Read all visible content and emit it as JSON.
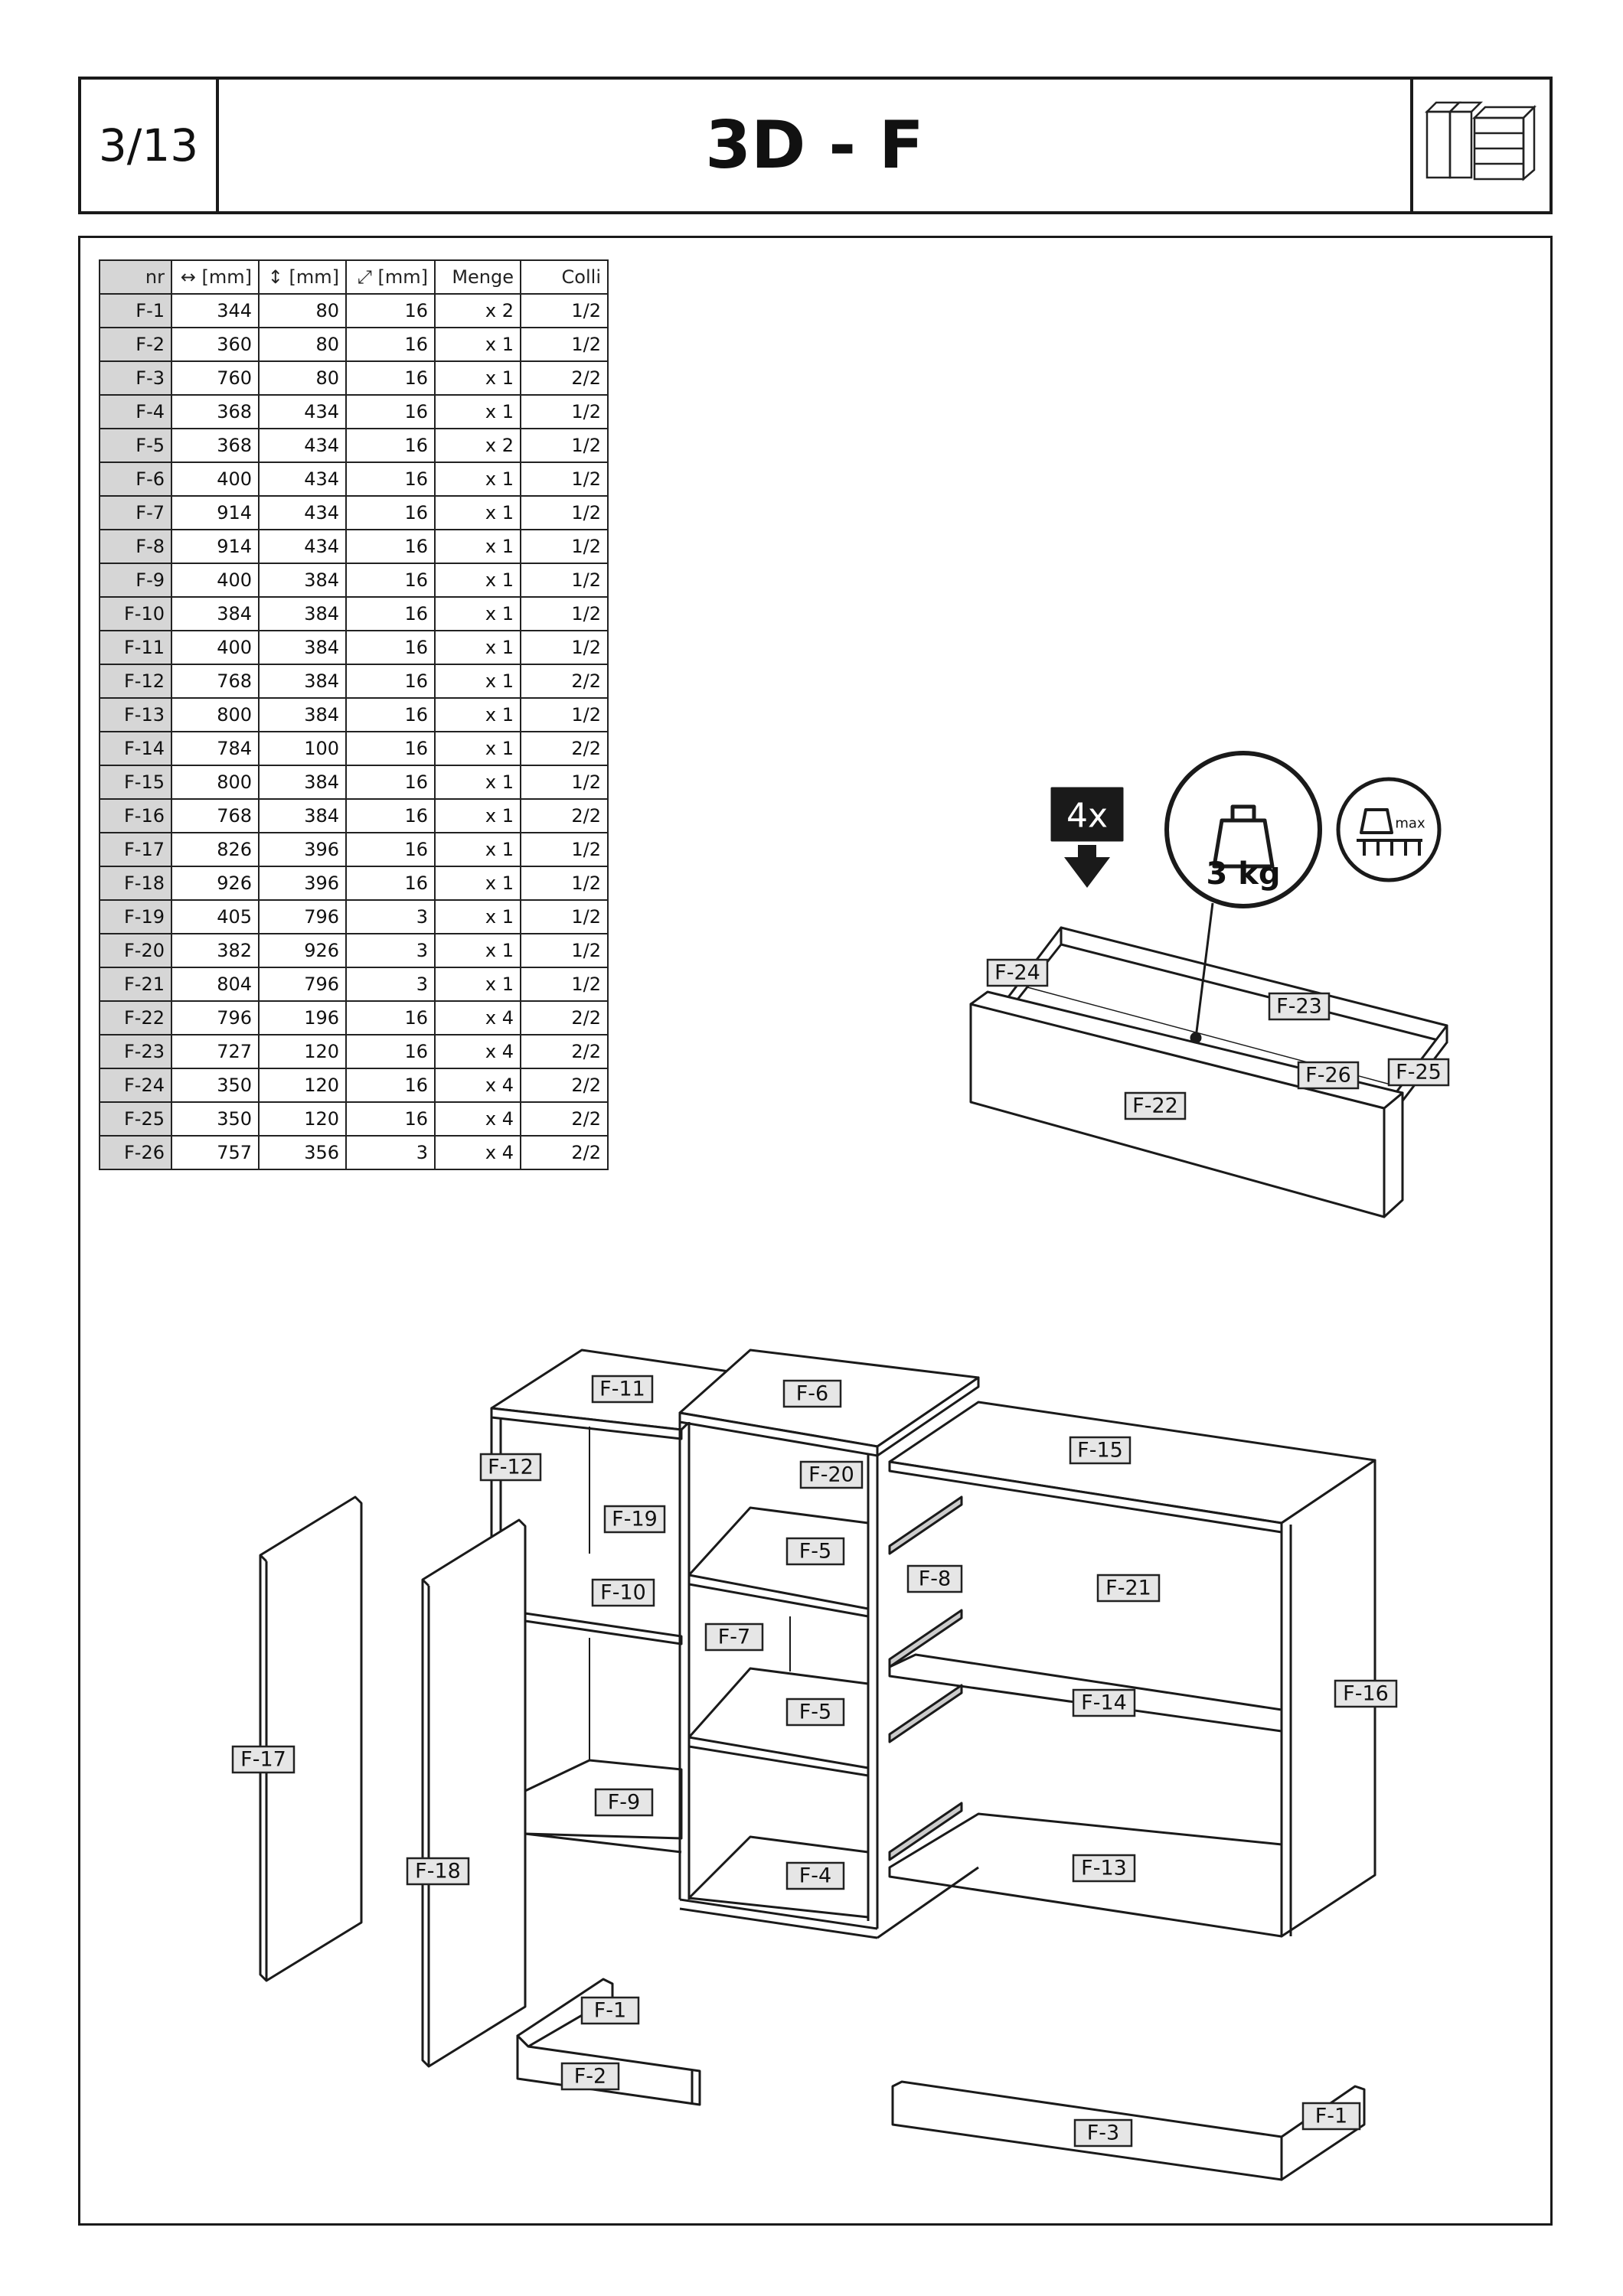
{
  "header": {
    "page": "3/13",
    "title": "3D - F"
  },
  "table": {
    "columns": [
      "nr",
      "↔ [mm]",
      "↕ [mm]",
      "⤢ [mm]",
      "Menge",
      "Colli"
    ],
    "rows": [
      [
        "F-1",
        "344",
        "80",
        "16",
        "x 2",
        "1/2"
      ],
      [
        "F-2",
        "360",
        "80",
        "16",
        "x 1",
        "1/2"
      ],
      [
        "F-3",
        "760",
        "80",
        "16",
        "x 1",
        "2/2"
      ],
      [
        "F-4",
        "368",
        "434",
        "16",
        "x 1",
        "1/2"
      ],
      [
        "F-5",
        "368",
        "434",
        "16",
        "x 2",
        "1/2"
      ],
      [
        "F-6",
        "400",
        "434",
        "16",
        "x 1",
        "1/2"
      ],
      [
        "F-7",
        "914",
        "434",
        "16",
        "x 1",
        "1/2"
      ],
      [
        "F-8",
        "914",
        "434",
        "16",
        "x 1",
        "1/2"
      ],
      [
        "F-9",
        "400",
        "384",
        "16",
        "x 1",
        "1/2"
      ],
      [
        "F-10",
        "384",
        "384",
        "16",
        "x 1",
        "1/2"
      ],
      [
        "F-11",
        "400",
        "384",
        "16",
        "x 1",
        "1/2"
      ],
      [
        "F-12",
        "768",
        "384",
        "16",
        "x 1",
        "2/2"
      ],
      [
        "F-13",
        "800",
        "384",
        "16",
        "x 1",
        "1/2"
      ],
      [
        "F-14",
        "784",
        "100",
        "16",
        "x 1",
        "2/2"
      ],
      [
        "F-15",
        "800",
        "384",
        "16",
        "x 1",
        "1/2"
      ],
      [
        "F-16",
        "768",
        "384",
        "16",
        "x 1",
        "2/2"
      ],
      [
        "F-17",
        "826",
        "396",
        "16",
        "x 1",
        "1/2"
      ],
      [
        "F-18",
        "926",
        "396",
        "16",
        "x 1",
        "1/2"
      ],
      [
        "F-19",
        "405",
        "796",
        "3",
        "x 1",
        "1/2"
      ],
      [
        "F-20",
        "382",
        "926",
        "3",
        "x 1",
        "1/2"
      ],
      [
        "F-21",
        "804",
        "796",
        "3",
        "x 1",
        "1/2"
      ],
      [
        "F-22",
        "796",
        "196",
        "16",
        "x 4",
        "2/2"
      ],
      [
        "F-23",
        "727",
        "120",
        "16",
        "x 4",
        "2/2"
      ],
      [
        "F-24",
        "350",
        "120",
        "16",
        "x 4",
        "2/2"
      ],
      [
        "F-25",
        "350",
        "120",
        "16",
        "x 4",
        "2/2"
      ],
      [
        "F-26",
        "757",
        "356",
        "3",
        "x 4",
        "2/2"
      ]
    ]
  },
  "drawer_info": {
    "quantity": "4x",
    "weight": "3 kg",
    "max_label": "max"
  },
  "labels": {
    "drawer": {
      "f24": "F-24",
      "f23": "F-23",
      "f26": "F-26",
      "f25": "F-25",
      "f22": "F-22"
    },
    "cabinet": {
      "f11": "F-11",
      "f6": "F-6",
      "f15": "F-15",
      "f12": "F-12",
      "f20": "F-20",
      "f19": "F-19",
      "f5a": "F-5",
      "f8": "F-8",
      "f21": "F-21",
      "f10": "F-10",
      "f7": "F-7",
      "f16": "F-16",
      "f14": "F-14",
      "f5b": "F-5",
      "f17": "F-17",
      "f9": "F-9",
      "f13": "F-13",
      "f4": "F-4",
      "f18": "F-18",
      "f1a": "F-1",
      "f2": "F-2",
      "f3": "F-3",
      "f1b": "F-1"
    }
  }
}
